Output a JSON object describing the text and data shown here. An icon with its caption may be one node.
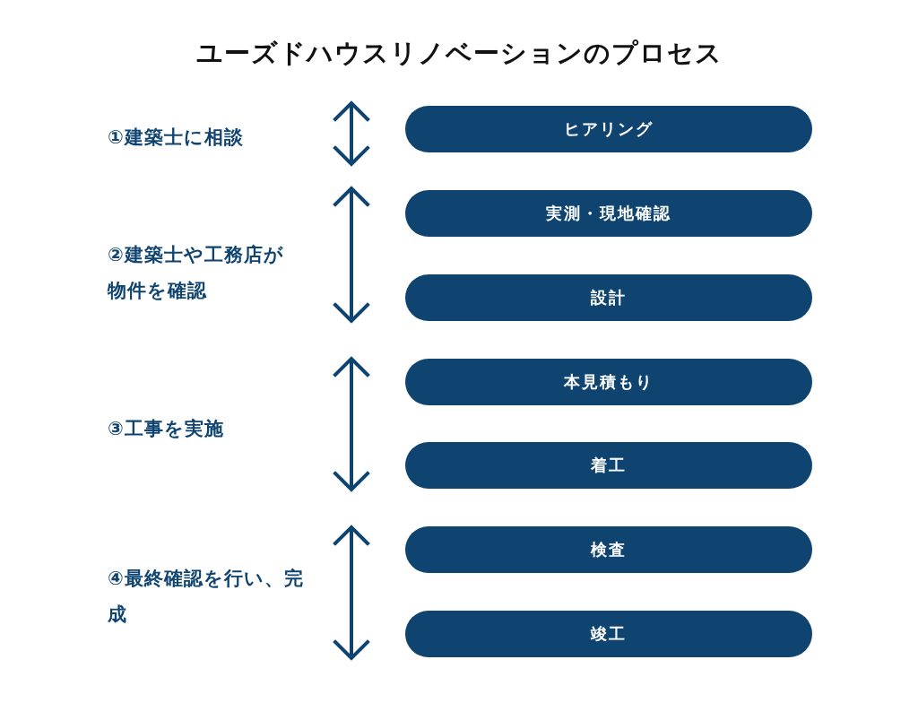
{
  "diagram": {
    "title": "ユーズドハウスリノベーションのプロセス",
    "nodes": [
      {
        "text": [
          "ヒアリング"
        ]
      },
      {
        "text": [
          "実測・現地確認"
        ]
      },
      {
        "text": [
          "設計"
        ]
      },
      {
        "text": [
          "本見積もり"
        ]
      },
      {
        "text": [
          "着工"
        ]
      },
      {
        "text": [
          "検査"
        ]
      },
      {
        "text": [
          "竣工"
        ]
      }
    ],
    "labels": [
      "①建築士に相談",
      "②建築士や工務店が物件を確認",
      "③工事を実施",
      "④最終確認を行い、完成"
    ]
  }
}
